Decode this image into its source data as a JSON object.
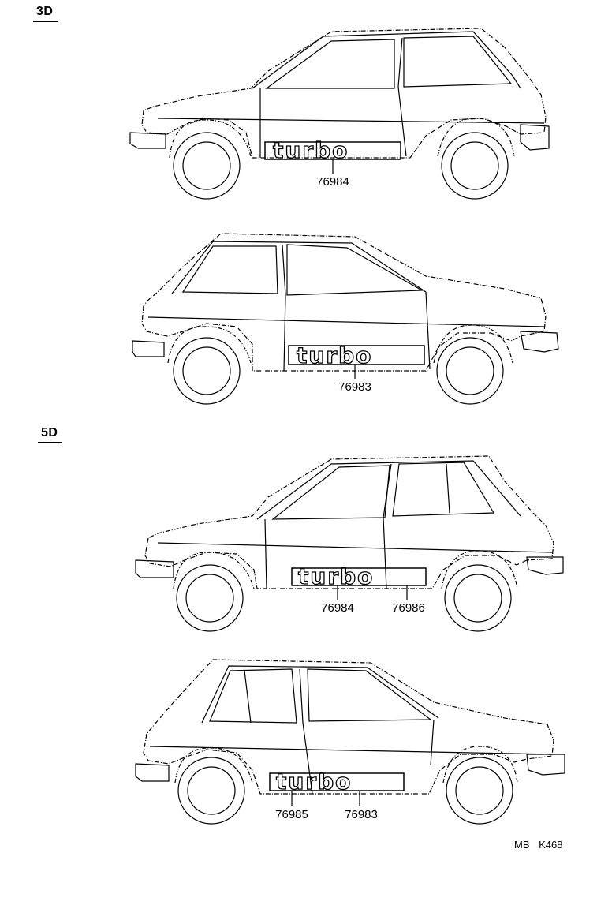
{
  "sections": {
    "three_door": {
      "label": "3D"
    },
    "five_door": {
      "label": "5D"
    }
  },
  "badge_text": "turbo",
  "cars": [
    {
      "view": "left",
      "parts": [
        "76984"
      ]
    },
    {
      "view": "right",
      "parts": [
        "76983"
      ]
    },
    {
      "view": "left",
      "parts": [
        "76984",
        "76986"
      ]
    },
    {
      "view": "right",
      "parts": [
        "76985",
        "76983"
      ]
    }
  ],
  "reference": {
    "code": "MB",
    "number": "K468"
  }
}
